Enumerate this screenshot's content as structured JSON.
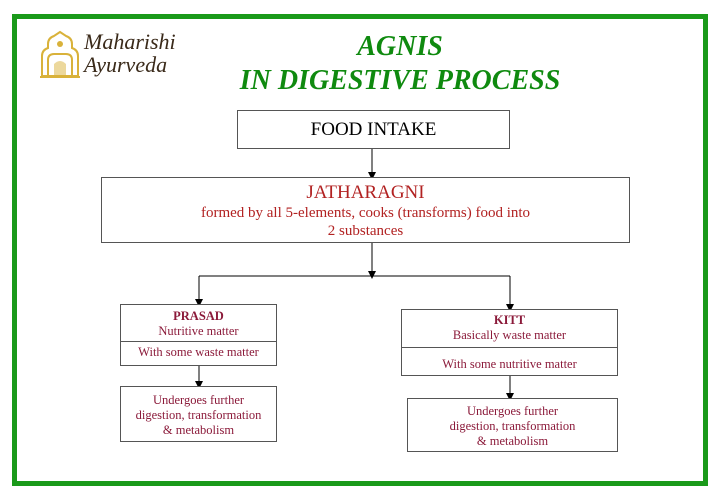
{
  "logo": {
    "line1": "Maharishi",
    "line2": "Ayurveda",
    "colors": {
      "gold": "#d9b23a",
      "text": "#3a2a1a"
    }
  },
  "title": {
    "line1": "AGNIS",
    "line2": "IN DIGESTIVE PROCESS"
  },
  "food_intake": "FOOD INTAKE",
  "jatharagni": {
    "heading": "JATHARAGNI",
    "line1": "formed by all 5-elements, cooks (transforms) food into",
    "line2": "2 substances"
  },
  "prasad": {
    "heading": "PRASAD",
    "line1": "Nutritive matter",
    "line2": "With some waste matter"
  },
  "kitt": {
    "heading": "KITT",
    "line1": "Basically waste matter",
    "line2": "With some nutritive matter"
  },
  "prasad_further": {
    "line1": "Undergoes further",
    "line2": "digestion, transformation",
    "line3": "& metabolism"
  },
  "kitt_further": {
    "line1": "Undergoes further",
    "line2": "digestion, transformation",
    "line3": "& metabolism"
  },
  "colors": {
    "frame": "#1a9a1a",
    "title": "#0f8a0f",
    "jatharagni_text": "#b22222",
    "box_text": "#8b1a3a"
  }
}
